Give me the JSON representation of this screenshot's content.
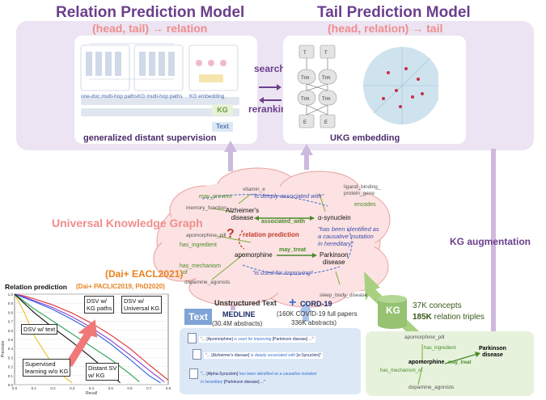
{
  "top": {
    "rel_model_title": "Relation Prediction Model",
    "rel_model_sub": "(head, tail) → relation",
    "tail_model_title": "Tail Prediction Model",
    "tail_model_sub": "(head, relation) → tail",
    "search": "search",
    "reranking": "reranking",
    "gds": "generalized distant supervision",
    "ukg_embedding": "UKG embedding",
    "panel_labels": [
      "one-doc multi-hop paths",
      "KG multi-hop paths",
      "KG embedding"
    ],
    "kg_chip": "KG",
    "text_chip": "Text"
  },
  "graph": {
    "title": "Universal Knowledge Graph",
    "question_mark": "?",
    "relation_prediction": "relation prediction",
    "entities": {
      "vitamin_e": "vitamin_e",
      "ligand": "ligand_binding_\nprotein_gene",
      "memory": "memory_function",
      "alzheimer": "Alzheimer's\ndisease",
      "synuclein": "α-synuclein",
      "pill": "apomorphine_pill",
      "apomorphine": "apomorphine",
      "parkinson": "Parkinson\ndisease",
      "dopamine": "dopamine_agonists",
      "sleep": "sleep_body_disease"
    },
    "edges": {
      "may_prevent": "may_prevent",
      "encodes": "encodes",
      "associated_with": "associated_with",
      "has_ingredient": "has_ingredient",
      "may_treat": "may_treat",
      "has_mechanism_of": "has_mechanism\n_of"
    },
    "quotes": {
      "q1": "\"is deeply associated with\"",
      "q2": "\"has been identified as\na causative mutation\nin hereditary\"",
      "q3": "\"is used for improving\""
    }
  },
  "right": {
    "kg_augmentation": "KG augmentation",
    "kg_box": "KG",
    "concepts": "37K concepts",
    "triples_bold": "185K",
    "triples_rest": " relation triples",
    "mini": {
      "pill": "apomorphine_pill",
      "has_ingredient": "has_ingredient",
      "apomorphine": "apomorphine",
      "may_treat": "may_treat",
      "parkinson": "Parkinson\ndisease",
      "has_mechanism": "has_mechanism_of",
      "dopamine": "dopamine_agonists"
    }
  },
  "text": {
    "unstructured": "Unstructured Text",
    "text_icon": "Text",
    "medline": "MEDLINE",
    "medline_sub": "(30.4M abstracts)",
    "cord_plus": "+",
    "cord": "CORD-19",
    "cord_sub1": "(160K COVID-19 full papers",
    "cord_sub2": "336K abstracts)",
    "docs": [
      {
        "a": "\"... [Apomorphine] ",
        "b": "is used for improving",
        "c": " [Parkinson disease] ...\""
      },
      {
        "a": "\"... [Alzheimer's disease] ",
        "b": "is deeply associated with",
        "c": " [α-Synuclein]\""
      },
      {
        "a": "\"... [Alpha-Synuclein] ",
        "b": "has been identified as a causative mutation",
        "c": ""
      },
      {
        "a": "",
        "b": "in hereditary",
        "c": " [Parkinson disease] ...\""
      }
    ]
  },
  "chart": {
    "eacl": "(Dai+ EACL2021)",
    "paclic": "(Dai+ PACLIC2019, PhD2020)",
    "title": "Relation prediction",
    "annotations": {
      "dsv_text": "DSV w/ text",
      "dsv_kg_paths": "DSV w/\nKG paths",
      "dsv_ukg": "DSV w/\nUniversal KG",
      "supervised": "Supervised\nlearning w/o KG",
      "distant": "Distant SV\nw/ KG"
    },
    "colors": {
      "red": "#e03030",
      "purple": "#8a3fd0",
      "blue": "#2a5fe0",
      "yellow": "#e8c020",
      "green": "#20a050",
      "black": "#111111"
    }
  },
  "chart_data": {
    "type": "line",
    "title": "Relation prediction",
    "xlabel": "Recall",
    "ylabel": "Precision",
    "xlim": [
      0.0,
      0.8
    ],
    "ylim": [
      0.0,
      1.0
    ],
    "xticks": [
      "0.0",
      "0.1",
      "0.2",
      "0.3",
      "0.4",
      "0.5",
      "0.6",
      "0.7",
      "0.8"
    ],
    "yticks": [
      "0.0",
      "0.1",
      "0.2",
      "0.3",
      "0.4",
      "0.5",
      "0.6",
      "0.7",
      "0.8",
      "0.9",
      "1.0"
    ],
    "series": [
      {
        "color": "#e03030",
        "x": [
          0.0,
          0.05,
          0.1,
          0.2,
          0.3,
          0.4,
          0.5,
          0.6,
          0.7,
          0.8
        ],
        "y": [
          1.0,
          0.98,
          0.95,
          0.88,
          0.79,
          0.68,
          0.55,
          0.4,
          0.22,
          0.05
        ]
      },
      {
        "color": "#8a3fd0",
        "x": [
          0.0,
          0.05,
          0.1,
          0.2,
          0.3,
          0.4,
          0.5,
          0.6,
          0.7,
          0.78
        ],
        "y": [
          1.0,
          0.97,
          0.93,
          0.85,
          0.75,
          0.63,
          0.49,
          0.33,
          0.16,
          0.03
        ]
      },
      {
        "color": "#2a5fe0",
        "x": [
          0.0,
          0.05,
          0.1,
          0.2,
          0.3,
          0.4,
          0.5,
          0.6,
          0.7,
          0.76
        ],
        "y": [
          1.0,
          0.96,
          0.92,
          0.83,
          0.72,
          0.6,
          0.45,
          0.28,
          0.1,
          0.02
        ]
      },
      {
        "color": "#e8c020",
        "x": [
          0.0,
          0.05,
          0.1,
          0.15,
          0.2,
          0.25,
          0.3
        ],
        "y": [
          1.0,
          0.8,
          0.55,
          0.38,
          0.22,
          0.1,
          0.02
        ]
      },
      {
        "color": "#20a050",
        "x": [
          0.0,
          0.05,
          0.1,
          0.2,
          0.3,
          0.4,
          0.5,
          0.6,
          0.65
        ],
        "y": [
          1.0,
          0.92,
          0.84,
          0.7,
          0.56,
          0.42,
          0.28,
          0.12,
          0.03
        ]
      },
      {
        "color": "#111111",
        "x": [
          0.0,
          0.05,
          0.1,
          0.2,
          0.3,
          0.4,
          0.5,
          0.55
        ],
        "y": [
          1.0,
          0.9,
          0.8,
          0.63,
          0.47,
          0.3,
          0.12,
          0.02
        ]
      }
    ]
  }
}
